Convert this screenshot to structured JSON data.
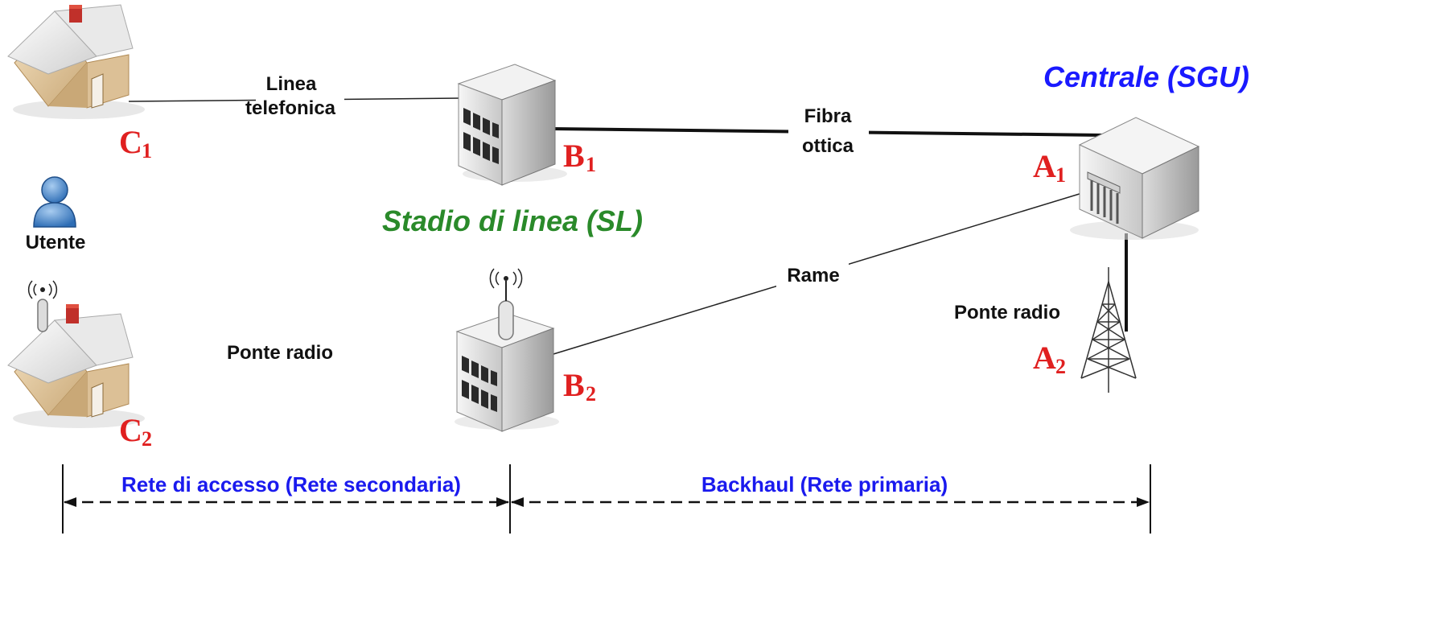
{
  "titles": {
    "centrale": "Centrale (SGU)",
    "stadio": "Stadio di linea (SL)"
  },
  "links": {
    "linea_line1": "Linea",
    "linea_line2": "telefonica",
    "fibra_line1": "Fibra",
    "fibra_line2": "ottica",
    "rame": "Rame",
    "ponte_radio_access": "Ponte radio",
    "ponte_radio_backhaul": "Ponte radio"
  },
  "nodes": {
    "c1": {
      "letter": "C",
      "sub": "1"
    },
    "c2": {
      "letter": "C",
      "sub": "2"
    },
    "b1": {
      "letter": "B",
      "sub": "1"
    },
    "b2": {
      "letter": "B",
      "sub": "2"
    },
    "a1": {
      "letter": "A",
      "sub": "1"
    },
    "a2": {
      "letter": "A",
      "sub": "2"
    }
  },
  "user_label": "Utente",
  "spans": {
    "access": "Rete di accesso (Rete secondaria)",
    "backhaul": "Backhaul (Rete primaria)"
  },
  "colors": {
    "node_label": "#e02020",
    "centrale_title": "#1a1aff",
    "stadio_title": "#2a8a2a",
    "span_label": "#1a1aee"
  }
}
